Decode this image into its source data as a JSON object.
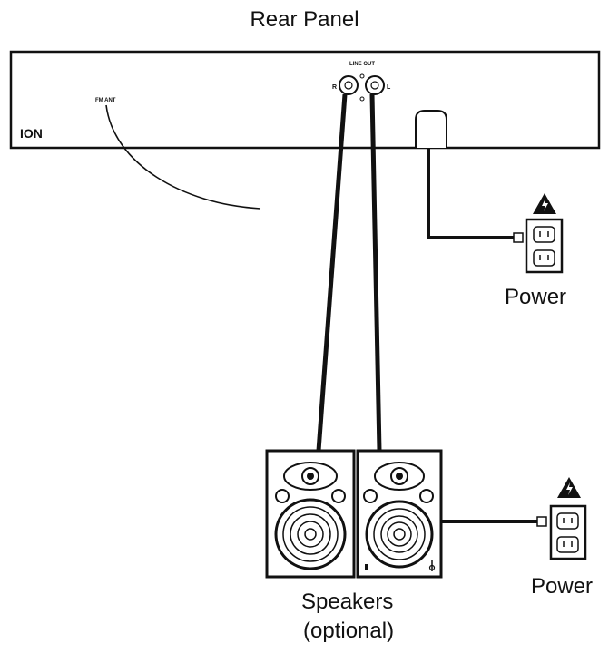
{
  "title": "Rear Panel",
  "panel": {
    "brand": "ION",
    "antenna_label": "FM ANT",
    "output_label": "LINE OUT",
    "left_label": "L",
    "right_label": "R"
  },
  "labels": {
    "power_top": "Power",
    "power_bottom": "Power",
    "speakers_line1": "Speakers",
    "speakers_line2": "(optional)"
  },
  "colors": {
    "line": "#111111",
    "background": "#ffffff"
  },
  "icons": [
    "high-voltage-warning-icon",
    "power-outlet-icon",
    "speaker-icon",
    "rca-jack-icon"
  ]
}
